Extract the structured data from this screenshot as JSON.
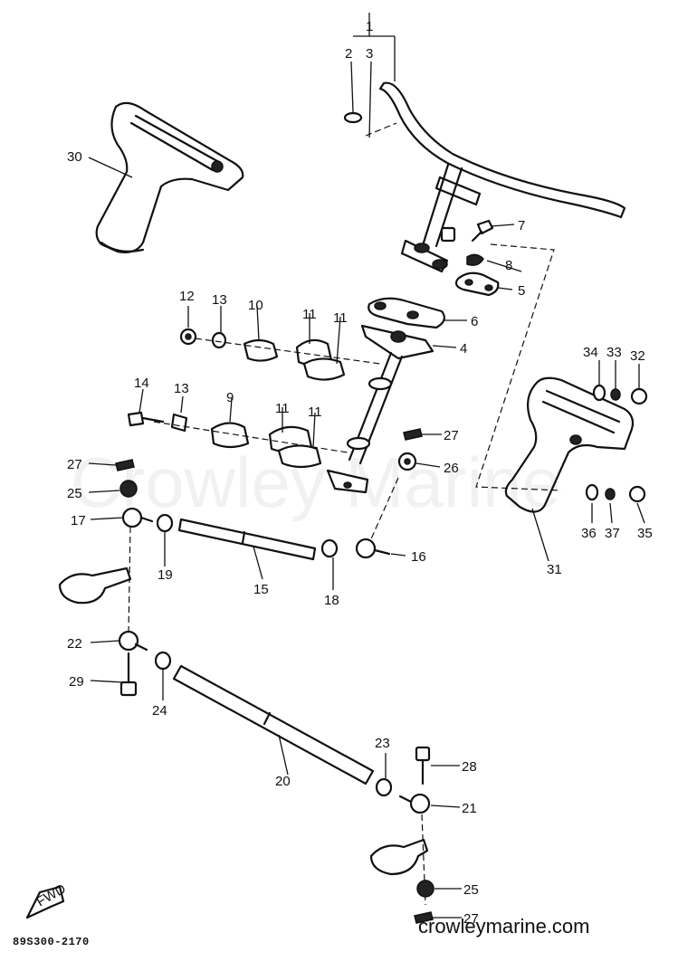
{
  "watermark": "Crowley Marine",
  "site_url": "crowleymarine.com",
  "diagram_code": "89S300-2170",
  "fwd_label": "FWD",
  "callouts": [
    {
      "id": "c1",
      "label": "1"
    },
    {
      "id": "c2",
      "label": "2"
    },
    {
      "id": "c3",
      "label": "3"
    },
    {
      "id": "c4",
      "label": "4"
    },
    {
      "id": "c5",
      "label": "5"
    },
    {
      "id": "c6",
      "label": "6"
    },
    {
      "id": "c7",
      "label": "7"
    },
    {
      "id": "c8",
      "label": "8"
    },
    {
      "id": "c9",
      "label": "9"
    },
    {
      "id": "c10",
      "label": "10"
    },
    {
      "id": "c11a",
      "label": "11"
    },
    {
      "id": "c11b",
      "label": "11"
    },
    {
      "id": "c11c",
      "label": "11"
    },
    {
      "id": "c11d",
      "label": "11"
    },
    {
      "id": "c12",
      "label": "12"
    },
    {
      "id": "c13a",
      "label": "13"
    },
    {
      "id": "c13b",
      "label": "13"
    },
    {
      "id": "c14",
      "label": "14"
    },
    {
      "id": "c15",
      "label": "15"
    },
    {
      "id": "c16",
      "label": "16"
    },
    {
      "id": "c17",
      "label": "17"
    },
    {
      "id": "c18",
      "label": "18"
    },
    {
      "id": "c19",
      "label": "19"
    },
    {
      "id": "c20",
      "label": "20"
    },
    {
      "id": "c21",
      "label": "21"
    },
    {
      "id": "c22",
      "label": "22"
    },
    {
      "id": "c23",
      "label": "23"
    },
    {
      "id": "c24",
      "label": "24"
    },
    {
      "id": "c25a",
      "label": "25"
    },
    {
      "id": "c25b",
      "label": "25"
    },
    {
      "id": "c26",
      "label": "26"
    },
    {
      "id": "c27a",
      "label": "27"
    },
    {
      "id": "c27b",
      "label": "27"
    },
    {
      "id": "c27c",
      "label": "27"
    },
    {
      "id": "c28",
      "label": "28"
    },
    {
      "id": "c29",
      "label": "29"
    },
    {
      "id": "c30",
      "label": "30"
    },
    {
      "id": "c31",
      "label": "31"
    },
    {
      "id": "c32",
      "label": "32"
    },
    {
      "id": "c33",
      "label": "33"
    },
    {
      "id": "c34",
      "label": "34"
    },
    {
      "id": "c35",
      "label": "35"
    },
    {
      "id": "c36",
      "label": "36"
    },
    {
      "id": "c37",
      "label": "37"
    }
  ]
}
